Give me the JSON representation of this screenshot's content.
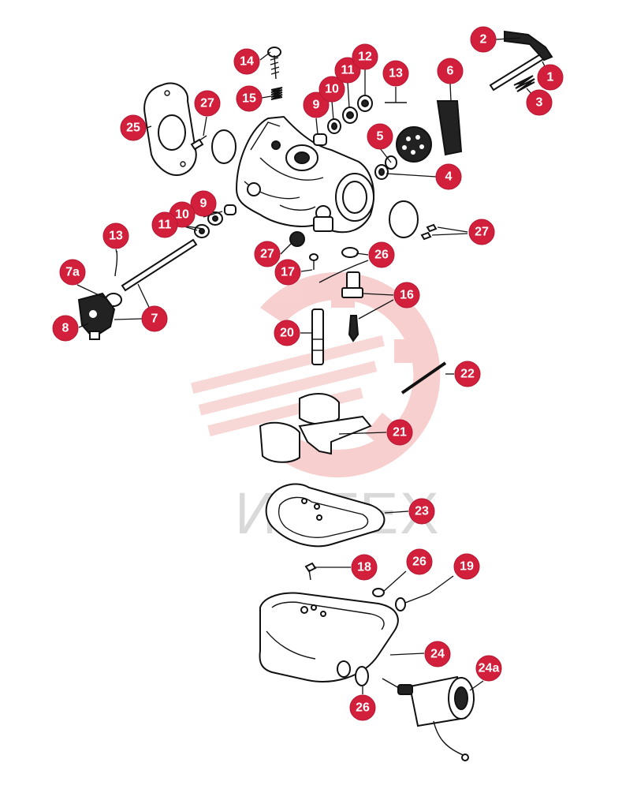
{
  "watermark": {
    "text": "ИНТЕХ",
    "color": "#f2c4c4"
  },
  "callout_color": "#d21f3c",
  "callouts": [
    "1",
    "2",
    "3",
    "4",
    "5",
    "6",
    "7",
    "7a",
    "8",
    "9",
    "9",
    "10",
    "10",
    "11",
    "11",
    "12",
    "13",
    "13",
    "14",
    "15",
    "16",
    "17",
    "18",
    "19",
    "20",
    "21",
    "22",
    "23",
    "24",
    "24a",
    "25",
    "26",
    "26",
    "26",
    "27",
    "27",
    "27"
  ]
}
